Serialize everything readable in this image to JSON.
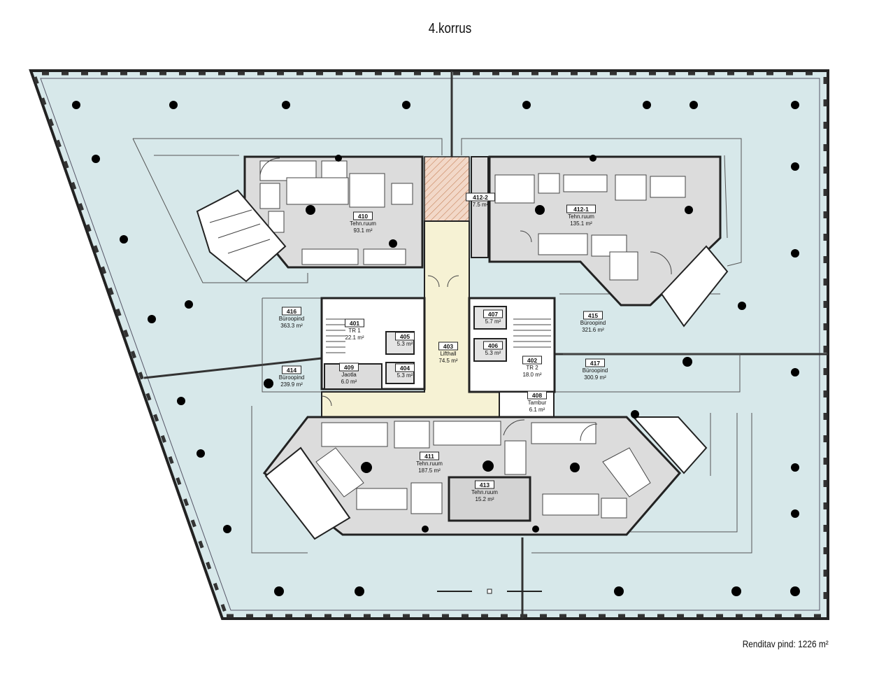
{
  "title": "4.korrus",
  "footer": "Renditav pind: 1226 m²",
  "colors": {
    "office_area": "#d7e8ea",
    "technical_room": "#dcdcdc",
    "lift_hall": "#f6f2d4",
    "hatched": "#f2d8c8",
    "wall": "#222222",
    "column": "#000000"
  },
  "rooms": [
    {
      "id": "410",
      "name": "Tehn.ruum",
      "area": "93.1 m²"
    },
    {
      "id": "412-2",
      "name": "",
      "area": "7.5 m²"
    },
    {
      "id": "412-1",
      "name": "Tehn.ruum",
      "area": "135.1 m²"
    },
    {
      "id": "416",
      "name": "Büroopind",
      "area": "363.3 m²"
    },
    {
      "id": "401",
      "name": "TR 1",
      "area": "22.1 m²"
    },
    {
      "id": "405",
      "name": "",
      "area": "5.3 m²"
    },
    {
      "id": "403",
      "name": "Lifthall",
      "area": "74.5 m²"
    },
    {
      "id": "407",
      "name": "",
      "area": "5.7 m²"
    },
    {
      "id": "406",
      "name": "",
      "area": "5.3 m²"
    },
    {
      "id": "415",
      "name": "Büroopind",
      "area": "321.6 m²"
    },
    {
      "id": "414",
      "name": "Büroopind",
      "area": "239.9 m²"
    },
    {
      "id": "409",
      "name": "Jaotla",
      "area": "6.0 m²"
    },
    {
      "id": "404",
      "name": "",
      "area": "5.3 m²"
    },
    {
      "id": "402",
      "name": "TR 2",
      "area": "18.0 m²"
    },
    {
      "id": "417",
      "name": "Büroopind",
      "area": "300.9 m²"
    },
    {
      "id": "408",
      "name": "Tambur",
      "area": "6.1 m²"
    },
    {
      "id": "411",
      "name": "Tehn.ruum",
      "area": "187.5 m²"
    },
    {
      "id": "413",
      "name": "Tehn.ruum",
      "area": "15.2 m²"
    }
  ]
}
